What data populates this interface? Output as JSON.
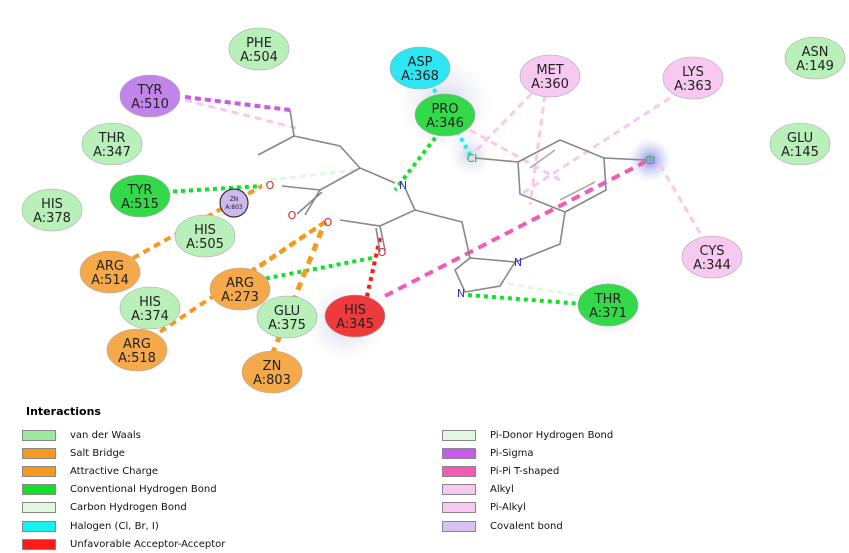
{
  "residues": [
    {
      "id": "phe504",
      "name": "PHE",
      "num": "A:504",
      "color": "#b9f0b9"
    },
    {
      "id": "asp368",
      "name": "ASP",
      "num": "A:368",
      "color": "#2ee6f2"
    },
    {
      "id": "met360",
      "name": "MET",
      "num": "A:360",
      "color": "#f7c8f0"
    },
    {
      "id": "lys363",
      "name": "LYS",
      "num": "A:363",
      "color": "#f7c8f0"
    },
    {
      "id": "asn149",
      "name": "ASN",
      "num": "A:149",
      "color": "#b9f0b9"
    },
    {
      "id": "tyr510",
      "name": "TYR",
      "num": "A:510",
      "color": "#c184ea"
    },
    {
      "id": "pro346",
      "name": "PRO",
      "num": "A:346",
      "color": "#33d949"
    },
    {
      "id": "thr347",
      "name": "THR",
      "num": "A:347",
      "color": "#b9f0b9"
    },
    {
      "id": "glu145",
      "name": "GLU",
      "num": "A:145",
      "color": "#b9f0b9"
    },
    {
      "id": "his378",
      "name": "HIS",
      "num": "A:378",
      "color": "#b9f0b9"
    },
    {
      "id": "tyr515",
      "name": "TYR",
      "num": "A:515",
      "color": "#33d949"
    },
    {
      "id": "his505",
      "name": "HIS",
      "num": "A:505",
      "color": "#b9f0b9"
    },
    {
      "id": "arg514",
      "name": "ARG",
      "num": "A:514",
      "color": "#f5a94a"
    },
    {
      "id": "arg273",
      "name": "ARG",
      "num": "A:273",
      "color": "#f5a94a"
    },
    {
      "id": "his374",
      "name": "HIS",
      "num": "A:374",
      "color": "#b9f0b9"
    },
    {
      "id": "glu375",
      "name": "GLU",
      "num": "A:375",
      "color": "#b9f0b9"
    },
    {
      "id": "his345",
      "name": "HIS",
      "num": "A:345",
      "color": "#ee3a3a"
    },
    {
      "id": "thr371",
      "name": "THR",
      "num": "A:371",
      "color": "#33d949"
    },
    {
      "id": "cys344",
      "name": "CYS",
      "num": "A:344",
      "color": "#f7c8f0"
    },
    {
      "id": "arg518",
      "name": "ARG",
      "num": "A:518",
      "color": "#f5a94a"
    },
    {
      "id": "zn803",
      "name": "ZN",
      "num": "A:803",
      "color": "#f5a94a"
    }
  ],
  "covalent_label": {
    "name": "ZN",
    "num": "A:803"
  },
  "atoms": {
    "cl": "Cl",
    "n": "N",
    "o": "O"
  },
  "legend": {
    "title": "Interactions",
    "left": [
      {
        "label": "van der Waals",
        "color": "#9fe89f"
      },
      {
        "label": "Salt Bridge",
        "color": "#f59a1e"
      },
      {
        "label": "Attractive Charge",
        "color": "#f59a1e"
      },
      {
        "label": "Conventional Hydrogen Bond",
        "color": "#14e02a"
      },
      {
        "label": "Carbon Hydrogen Bond",
        "color": "#dff8df"
      },
      {
        "label": "Halogen (Cl, Br, I)",
        "color": "#19f0f0"
      },
      {
        "label": "Unfavorable Acceptor-Acceptor",
        "color": "#ff1a1a"
      }
    ],
    "right": [
      {
        "label": "Pi-Donor Hydrogen Bond",
        "color": "#dff8df"
      },
      {
        "label": "Pi-Sigma",
        "color": "#c75ae8"
      },
      {
        "label": "Pi-Pi T-shaped",
        "color": "#f25bb5"
      },
      {
        "label": "Alkyl",
        "color": "#f7c8f0"
      },
      {
        "label": "Pi-Alkyl",
        "color": "#f7c8f0"
      },
      {
        "label": "Covalent bond",
        "color": "#d7c2f2"
      }
    ]
  }
}
